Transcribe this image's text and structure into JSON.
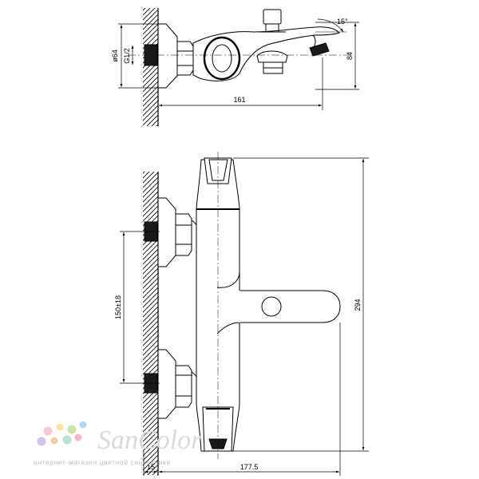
{
  "top_view": {
    "dims": {
      "nut_diameter": "ø64",
      "thread": "G1/2",
      "projection": "161",
      "height": "84",
      "spout_angle": "15°"
    }
  },
  "front_view": {
    "dims": {
      "center_distance": "150±18",
      "height": "294",
      "wall_offset": "15",
      "depth": "177.5"
    }
  },
  "brand": {
    "name": "SanColor",
    "tagline": "интернет-магазин цветной сантехники",
    "dot_colors": [
      "#f6c7d6",
      "#f9e59b",
      "#c7e6a8",
      "#a7d8ef",
      "#d7c1ea",
      "#f8c8a4",
      "#b8e3d3",
      "#f3b6c8"
    ]
  }
}
